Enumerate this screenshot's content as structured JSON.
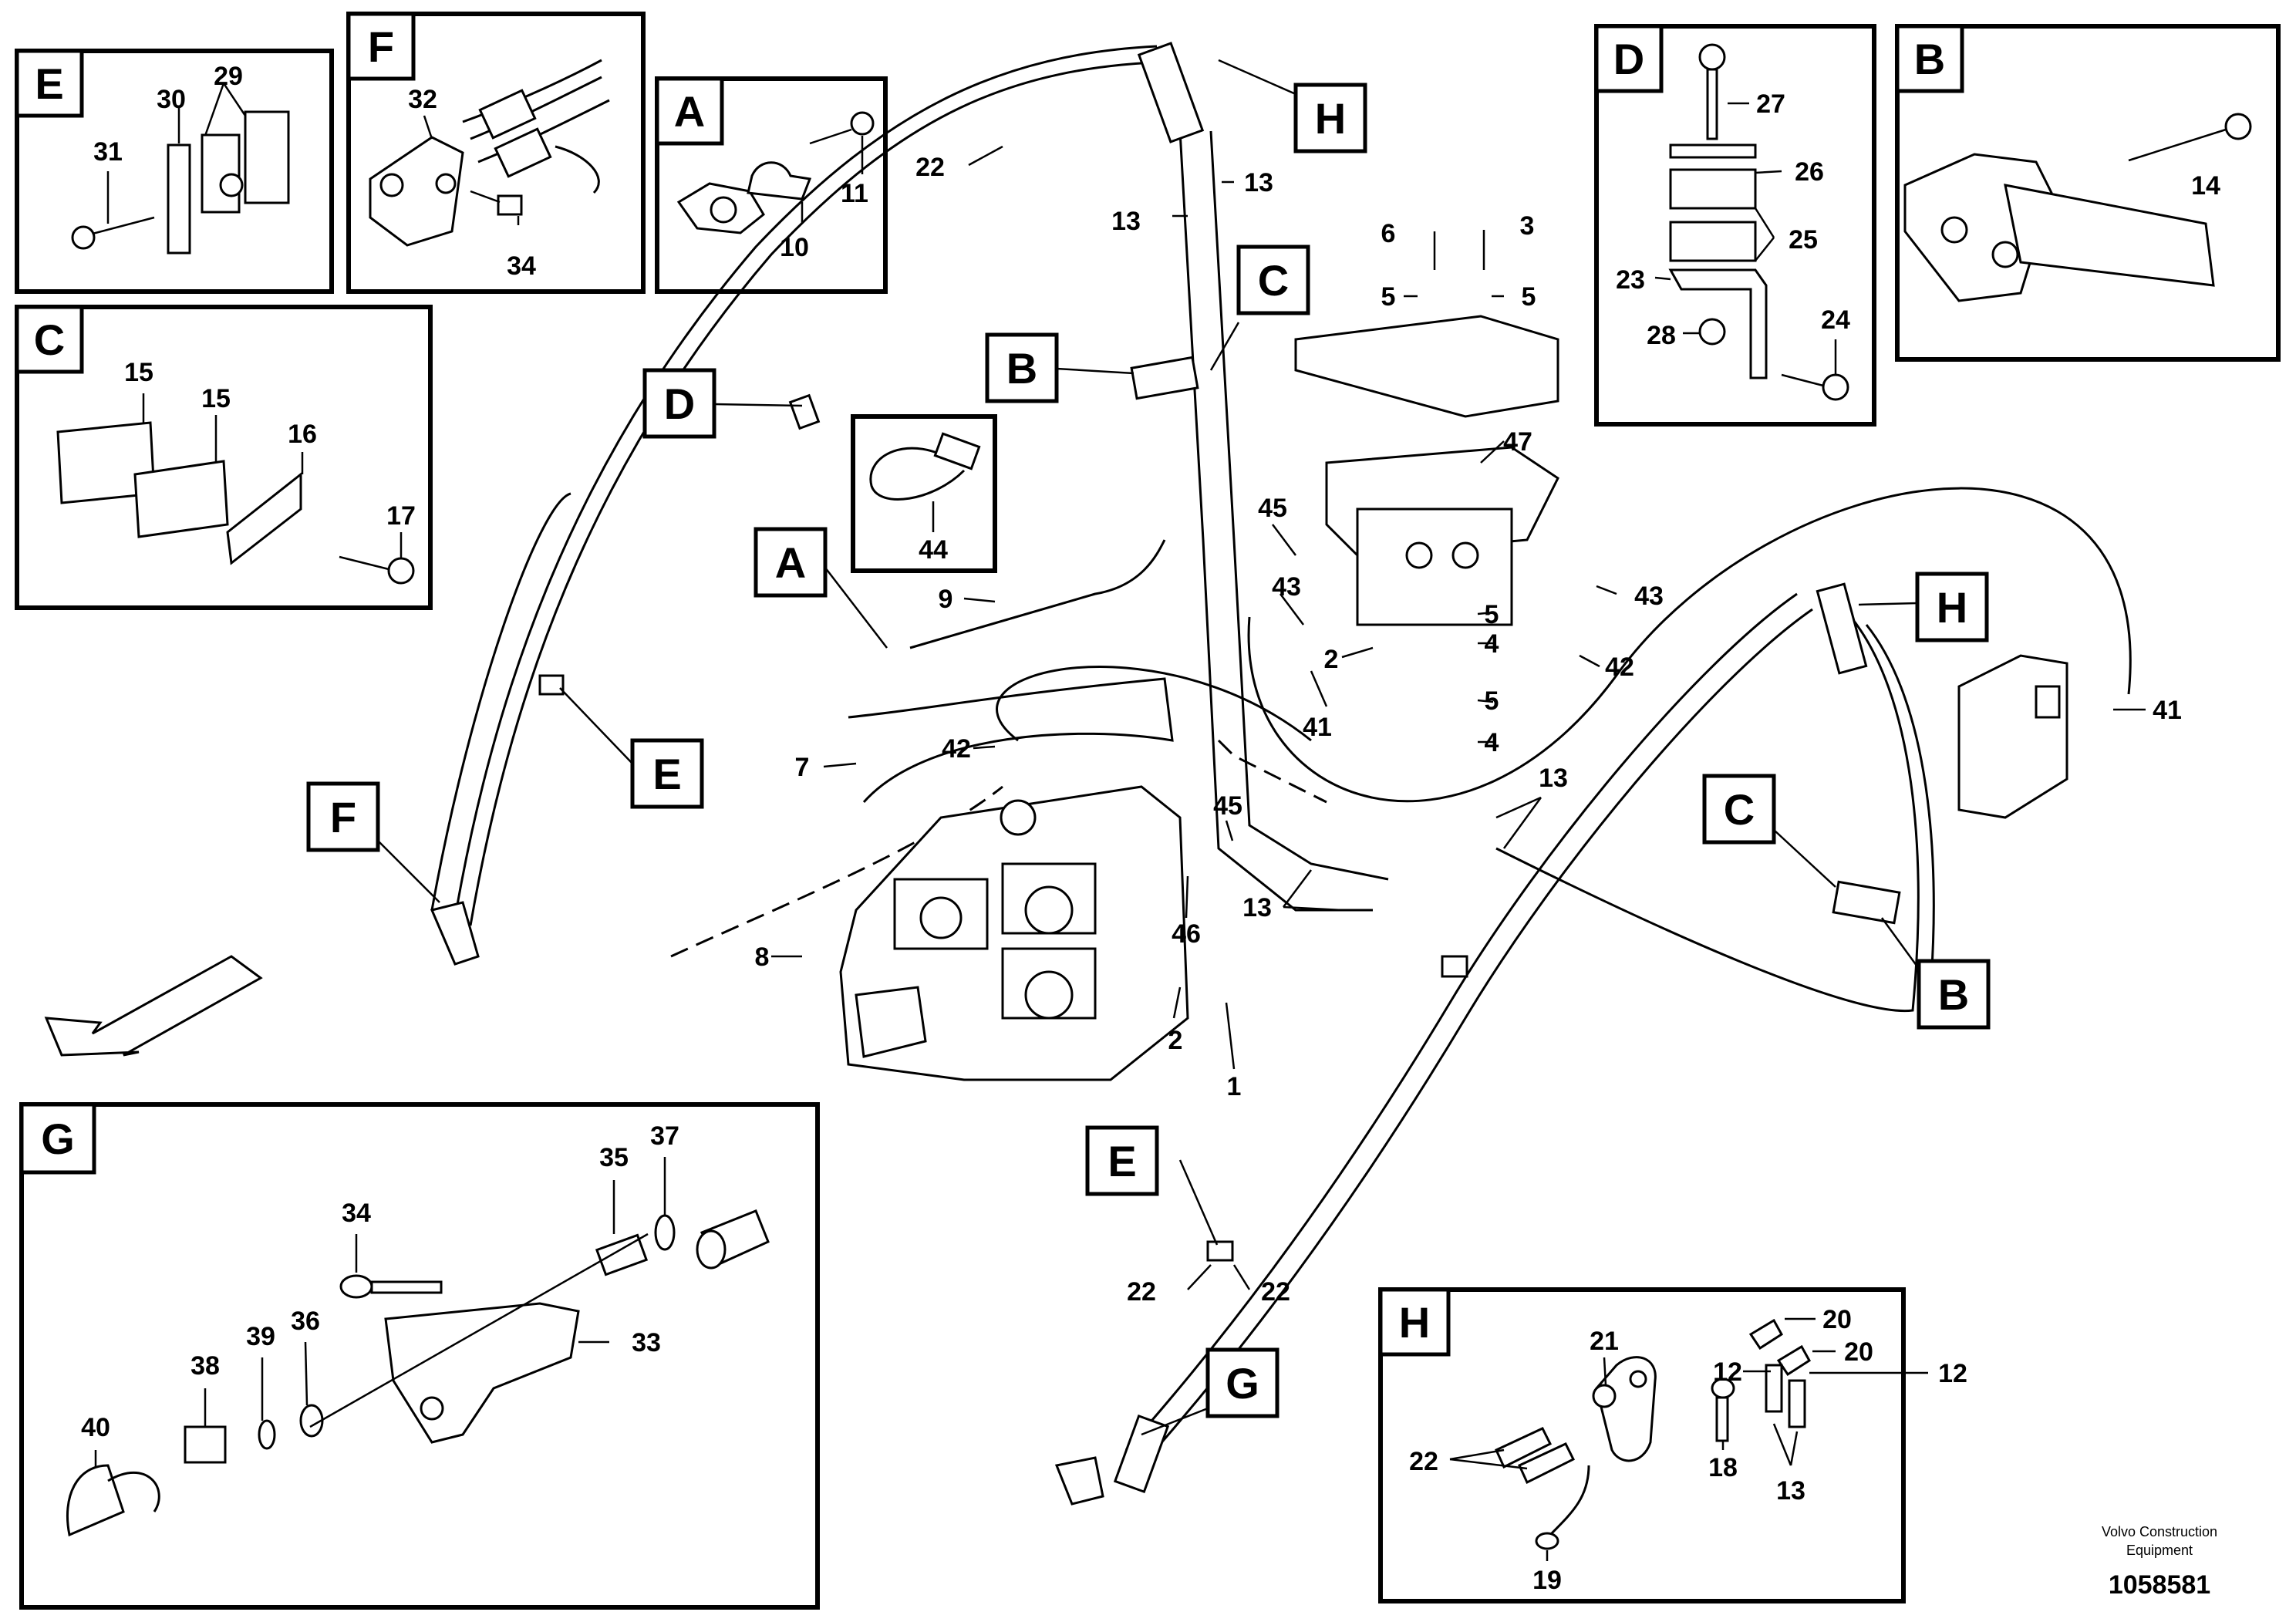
{
  "detail_panels": [
    {
      "letter": "E",
      "labels": [
        "30",
        "29",
        "31"
      ]
    },
    {
      "letter": "F",
      "labels": [
        "32",
        "34"
      ]
    },
    {
      "letter": "A",
      "labels": [
        "11",
        "10"
      ]
    },
    {
      "letter": "D",
      "labels": [
        "27",
        "26",
        "25",
        "23",
        "28",
        "24"
      ]
    },
    {
      "letter": "B",
      "labels": [
        "14"
      ]
    },
    {
      "letter": "C",
      "labels": [
        "15",
        "15",
        "16",
        "17"
      ]
    },
    {
      "letter": "G",
      "labels": [
        "34",
        "35",
        "37",
        "33",
        "38",
        "39",
        "36",
        "40"
      ]
    },
    {
      "letter": "H",
      "labels": [
        "20",
        "21",
        "20",
        "12",
        "12",
        "22",
        "18",
        "13",
        "19"
      ]
    }
  ],
  "panel_44": {
    "label": "44"
  },
  "callouts": [
    "H",
    "D",
    "B",
    "C",
    "A",
    "E",
    "F",
    "H",
    "C",
    "B",
    "E",
    "G"
  ],
  "main_labels": [
    "22",
    "13",
    "13",
    "6",
    "3",
    "5",
    "5",
    "47",
    "45",
    "43",
    "43",
    "9",
    "2",
    "5",
    "4",
    "42",
    "41",
    "5",
    "4",
    "42",
    "7",
    "13",
    "45",
    "41",
    "13",
    "8",
    "46",
    "2",
    "1",
    "22",
    "22"
  ],
  "footer": {
    "line1": "Volvo Construction",
    "line2": "Equipment",
    "drawing_number": "1058581"
  }
}
